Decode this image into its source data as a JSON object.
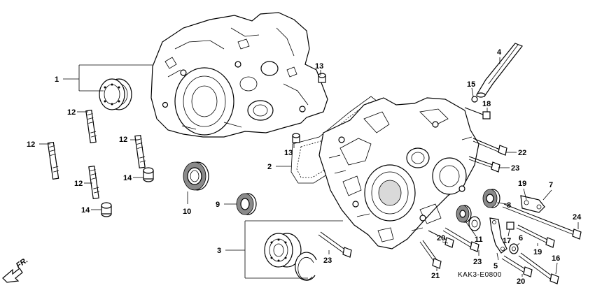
{
  "diagram": {
    "code": "KAK3-E0800",
    "direction_label": "FR.",
    "labels": {
      "p1": "1",
      "p2": "2",
      "p3": "3",
      "p4": "4",
      "p5": "5",
      "p6": "6",
      "p7": "7",
      "p8": "8",
      "p9": "9",
      "p10": "10",
      "p11": "11",
      "p12a": "12",
      "p12b": "12",
      "p12c": "12",
      "p12d": "12",
      "p13a": "13",
      "p13b": "13",
      "p14a": "14",
      "p14b": "14",
      "p15": "15",
      "p16": "16",
      "p17": "17",
      "p18": "18",
      "p19a": "19",
      "p19b": "19",
      "p20a": "20",
      "p20b": "20",
      "p21": "21",
      "p22": "22",
      "p23a": "23",
      "p23b": "23",
      "p23c": "23",
      "p24": "24"
    }
  }
}
